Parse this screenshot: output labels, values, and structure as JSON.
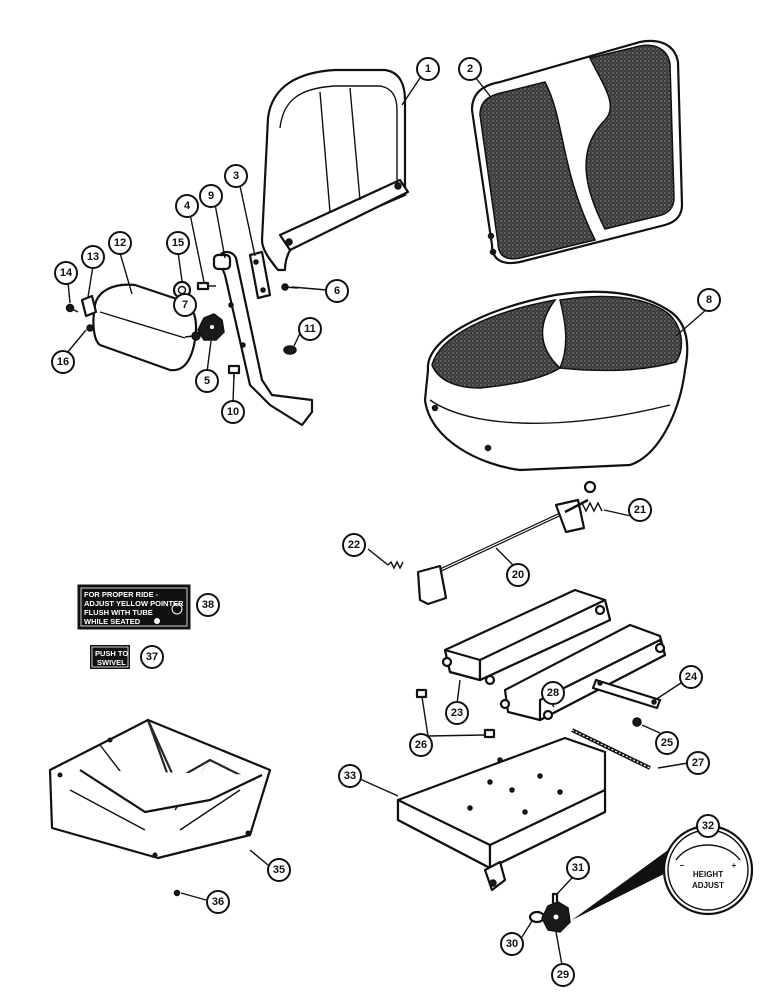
{
  "callouts": [
    "1",
    "2",
    "3",
    "4",
    "5",
    "6",
    "7",
    "8",
    "9",
    "10",
    "11",
    "12",
    "13",
    "14",
    "15",
    "16",
    "20",
    "21",
    "22",
    "23",
    "24",
    "25",
    "26",
    "27",
    "28",
    "29",
    "30",
    "31",
    "32",
    "33",
    "35",
    "36",
    "37",
    "38"
  ],
  "decal_38": {
    "lines": [
      "FOR PROPER RIDE -",
      "ADJUST YELLOW POINTER",
      "FLUSH WITH TUBE",
      "WHILE SEATED"
    ]
  },
  "decal_37": {
    "lines": [
      "PUSH TO",
      "SWIVEL"
    ]
  },
  "dial_32": {
    "lines": [
      "HEIGHT",
      "ADJUST"
    ],
    "minus": "−",
    "plus": "+"
  }
}
